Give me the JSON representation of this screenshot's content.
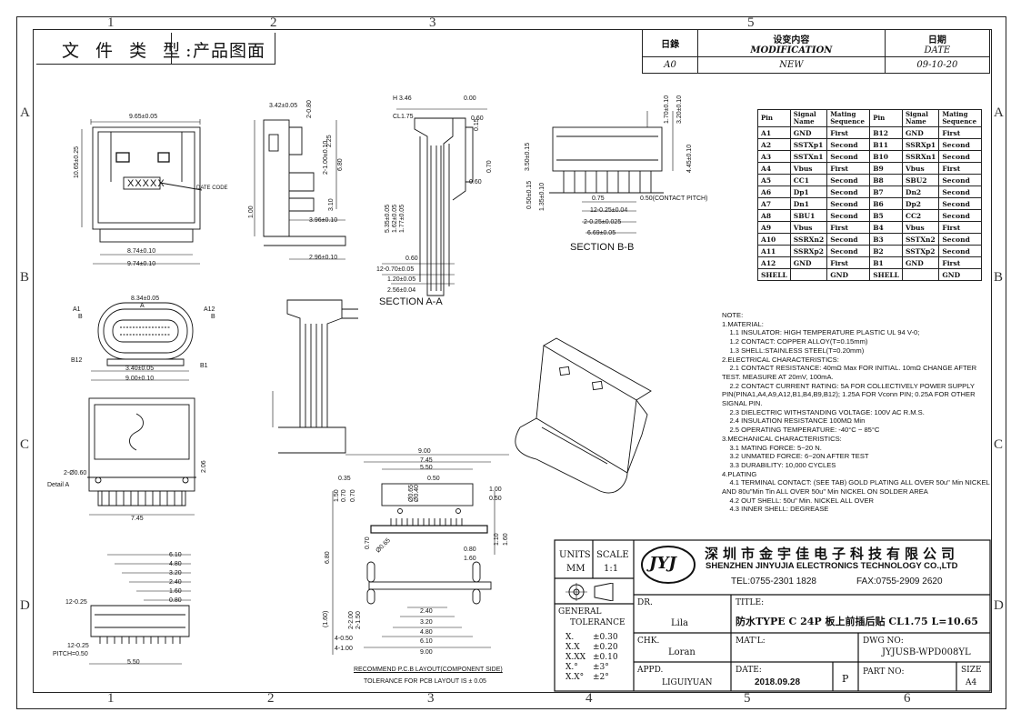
{
  "doc_type": {
    "label": "文 件 类 型:",
    "value": "产品图面"
  },
  "revision": {
    "headers": [
      "日錄",
      "设变内容",
      "MODIFICATION",
      "日期",
      "DATE"
    ],
    "row": {
      "rev": "A0",
      "mod": "NEW",
      "date": "09-10-20"
    }
  },
  "zones": {
    "columns": [
      "1",
      "2",
      "3",
      "4",
      "5",
      "6"
    ],
    "rows": [
      "A",
      "B",
      "C",
      "D"
    ]
  },
  "pin_table": {
    "headers": [
      "Pin",
      "Signal Name",
      "Mating Sequence",
      "Pin",
      "Signal Name",
      "Mating Sequence"
    ],
    "rows": [
      [
        "A1",
        "GND",
        "First",
        "B12",
        "GND",
        "First"
      ],
      [
        "A2",
        "SSTXp1",
        "Second",
        "B11",
        "SSRXp1",
        "Second"
      ],
      [
        "A3",
        "SSTXn1",
        "Second",
        "B10",
        "SSRXn1",
        "Second"
      ],
      [
        "A4",
        "Vbus",
        "First",
        "B9",
        "Vbus",
        "First"
      ],
      [
        "A5",
        "CC1",
        "Second",
        "B8",
        "SBU2",
        "Second"
      ],
      [
        "A6",
        "Dp1",
        "Second",
        "B7",
        "Dn2",
        "Second"
      ],
      [
        "A7",
        "Dn1",
        "Second",
        "B6",
        "Dp2",
        "Second"
      ],
      [
        "A8",
        "SBU1",
        "Second",
        "B5",
        "CC2",
        "Second"
      ],
      [
        "A9",
        "Vbus",
        "First",
        "B4",
        "Vbus",
        "First"
      ],
      [
        "A10",
        "SSRXn2",
        "Second",
        "B3",
        "SSTXn2",
        "Second"
      ],
      [
        "A11",
        "SSRXp2",
        "Second",
        "B2",
        "SSTXp2",
        "Second"
      ],
      [
        "A12",
        "GND",
        "First",
        "B1",
        "GND",
        "First"
      ],
      [
        "SHELL",
        "",
        "GND",
        "SHELL",
        "",
        "GND"
      ]
    ]
  },
  "notes": [
    "NOTE:",
    "1.MATERIAL:",
    "    1.1 INSULATOR: HIGH TEMPERATURE PLASTIC UL 94 V-0;",
    "    1.2 CONTACT: COPPER ALLOY(T=0.15mm)",
    "    1.3 SHELL:STAINLESS STEEL(T=0.20mm)",
    "2.ELECTRICAL CHARACTERISTICS:",
    "    2.1 CONTACT RESISTANCE: 40mΩ Max FOR INITIAL. 10mΩ CHANGE AFTER TEST. MEASURE AT 20mV, 100mA.",
    "    2.2 CONTACT CURRENT RATING: 5A FOR COLLECTIVELY POWER SUPPLY PIN(PINA1,A4,A9,A12,B1,B4,B9,B12); 1.25A FOR Vconn PIN; 0.25A FOR OTHER SIGNAL PIN.",
    "    2.3 DIELECTRIC WITHSTANDING VOLTAGE: 100V AC R.M.S.",
    "    2.4 INSULATION RESISTANCE 100MΩ Min",
    "    2.5 OPERATING TEMPERATURE: -40°C ~ 85°C",
    "3.MECHANICAL CHARACTERISTICS:",
    "    3.1 MATING FORCE: 5~20 N.",
    "    3.2 UNMATED FORCE: 6~20N AFTER TEST",
    "    3.3 DURABILITY: 10,000 CYCLES",
    "4.PLATING",
    "    4.1 TERMINAL CONTACT: (SEE TAB) GOLD PLATING ALL OVER 50u\" Min NICKEL AND 80u\"Min Tin ALL OVER 50u\" Min NICKEL ON SOLDER AREA",
    "    4.2 OUT SHELL: 50u\" Min. NICKEL ALL OVER",
    "    4.3 INNER SHELL: DEGREASE"
  ],
  "title_block": {
    "units_label": "UNITS",
    "units_value": "MM",
    "scale_label": "SCALE",
    "scale_value": "1:1",
    "company_cn": "深圳市金宇佳电子科技有限公司",
    "company_en": "SHENZHEN JINYUJIA ELECTRONICS TECHNOLOGY CO.,LTD",
    "tel": "TEL:0755-2301 1828",
    "fax": "FAX:0755-2909 2620",
    "logo_text": "JYJ",
    "dr_label": "DR.",
    "dr_value": "Lila",
    "title_label": "TITLE:",
    "title_value": "防水TYPE C 24P 板上前插后贴 CL1.75 L=10.65",
    "tol_label1": "GENERAL",
    "tol_label2": "TOLERANCE",
    "tol_rows": [
      [
        "X.",
        "±0.30"
      ],
      [
        "X.X",
        "±0.20"
      ],
      [
        "X.XX",
        "±0.10"
      ],
      [
        "X.°",
        "±3°"
      ],
      [
        "X.X°",
        "±2°"
      ]
    ],
    "chk_label": "CHK.",
    "chk_value": "Loran",
    "mat_label": "MAT'L:",
    "dwg_label": "DWG NO:",
    "dwg_value": "JYJUSB-WPD008YL",
    "appd_label": "APPD.",
    "appd_value": "LIGUIYUAN",
    "date_label": "DATE:",
    "date_value": "2018.09.28",
    "p_label": "P",
    "part_label": "PART NO:",
    "size_label": "SIZE",
    "size_value": "A4"
  },
  "views": {
    "top_dims": [
      "9.65±0.05",
      "10.65±0.25",
      "8.74±0.10",
      "9.74±0.10"
    ],
    "top_label": "XXXXX",
    "date_code": "DATE CODE",
    "side_dims": [
      "3.42±0.05",
      "2-0.80",
      "2.25",
      "2-1.00±0.10",
      "6.80",
      "1.00",
      "3.96±0.10",
      "3.10",
      "2.96±0.10"
    ],
    "section_a_dims": [
      "H 3.46",
      "0.00",
      "CL1.75",
      "0.60",
      "0.15",
      "0.70",
      "0.60",
      "5.35±0.05",
      "1.62±0.05",
      "1.77±0.05",
      "0.60",
      "12-0.70±0.05",
      "1.20±0.05",
      "2.56±0.04"
    ],
    "section_a_label": "SECTION A-A",
    "section_b_dims": [
      "1.70±0.10",
      "3.20±0.10",
      "3.50±0.15",
      "4.45±0.10",
      "0.50±0.15",
      "1.35±0.10",
      "0.75",
      "0.50(CONTACT PITCH)",
      "12-0.25±0.04",
      "2-0.25±0.025",
      "6.69±0.05"
    ],
    "section_b_label": "SECTION B-B",
    "front_dims": [
      "8.34±0.05",
      "A1",
      "A12",
      "A",
      "B",
      "B",
      "B12",
      "B1",
      "3.40±0.05",
      "9.00±0.10"
    ],
    "bottom_dims": [
      "2-Ø0.60",
      "Detail A",
      "2.06",
      "7.45"
    ],
    "foot_dims": [
      "6.10",
      "4.80",
      "3.20",
      "2.40",
      "1.60",
      "0.80",
      "12-0.25",
      "12-0.25",
      "PITCH=0.50",
      "5.50"
    ],
    "pcb_dims": [
      "9.00",
      "7.45",
      "5.50",
      "0.35",
      "0.50",
      "1.00",
      "0.50",
      "1.50",
      "0.70",
      "0.70",
      "Ø0.40",
      "Ø0.65",
      "0.70",
      "0.80",
      "1.60",
      "6.80",
      "1.10",
      "1.60",
      "2.40",
      "3.20",
      "4.80",
      "6.10",
      "9.00",
      "2-2.00",
      "2-1.50",
      "4-0.50",
      "4-1.00",
      "(1.60)",
      "Ø0.65"
    ],
    "pcb_title": "RECOMMEND P.C.B LAYOUT(COMPONENT SIDE)",
    "pcb_tol": "TOLERANCE FOR PCB LAYOUT IS ± 0.05"
  }
}
